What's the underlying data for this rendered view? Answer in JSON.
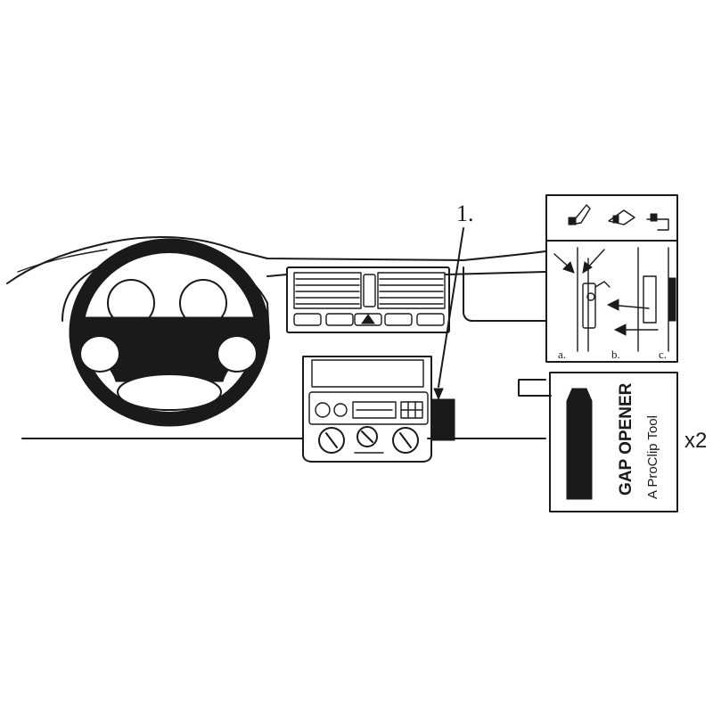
{
  "step_label": "1.",
  "detail_labels": [
    "a.",
    "b.",
    "c."
  ],
  "tool": {
    "title": "GAP OPENER",
    "subtitle": "A ProClip Tool"
  },
  "quantity": "x2",
  "colors": {
    "ink": "#1a1a1a",
    "paper": "#ffffff"
  },
  "icons": [
    "steering-wheel-icon",
    "air-vent-icon",
    "radio-icon",
    "gap-opener-tool-icon",
    "clip-icon"
  ]
}
